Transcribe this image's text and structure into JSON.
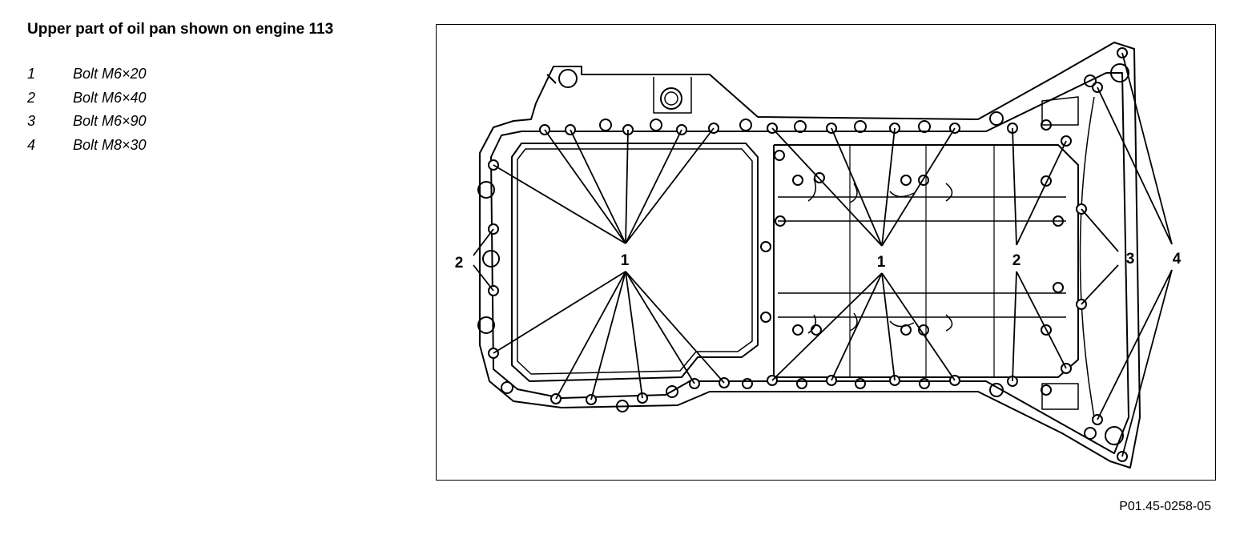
{
  "title": "Upper part of oil pan shown on engine 113",
  "legend": [
    {
      "number": "1",
      "text": "Bolt M6×20"
    },
    {
      "number": "2",
      "text": "Bolt M6×40"
    },
    {
      "number": "3",
      "text": "Bolt M6×90"
    },
    {
      "number": "4",
      "text": "Bolt M8×30"
    }
  ],
  "callouts": {
    "c1_left": "1",
    "c1_mid": "1",
    "c2_left": "2",
    "c2_right": "2",
    "c3": "3",
    "c4": "4"
  },
  "figure_ref": "P01.45-0258-05"
}
